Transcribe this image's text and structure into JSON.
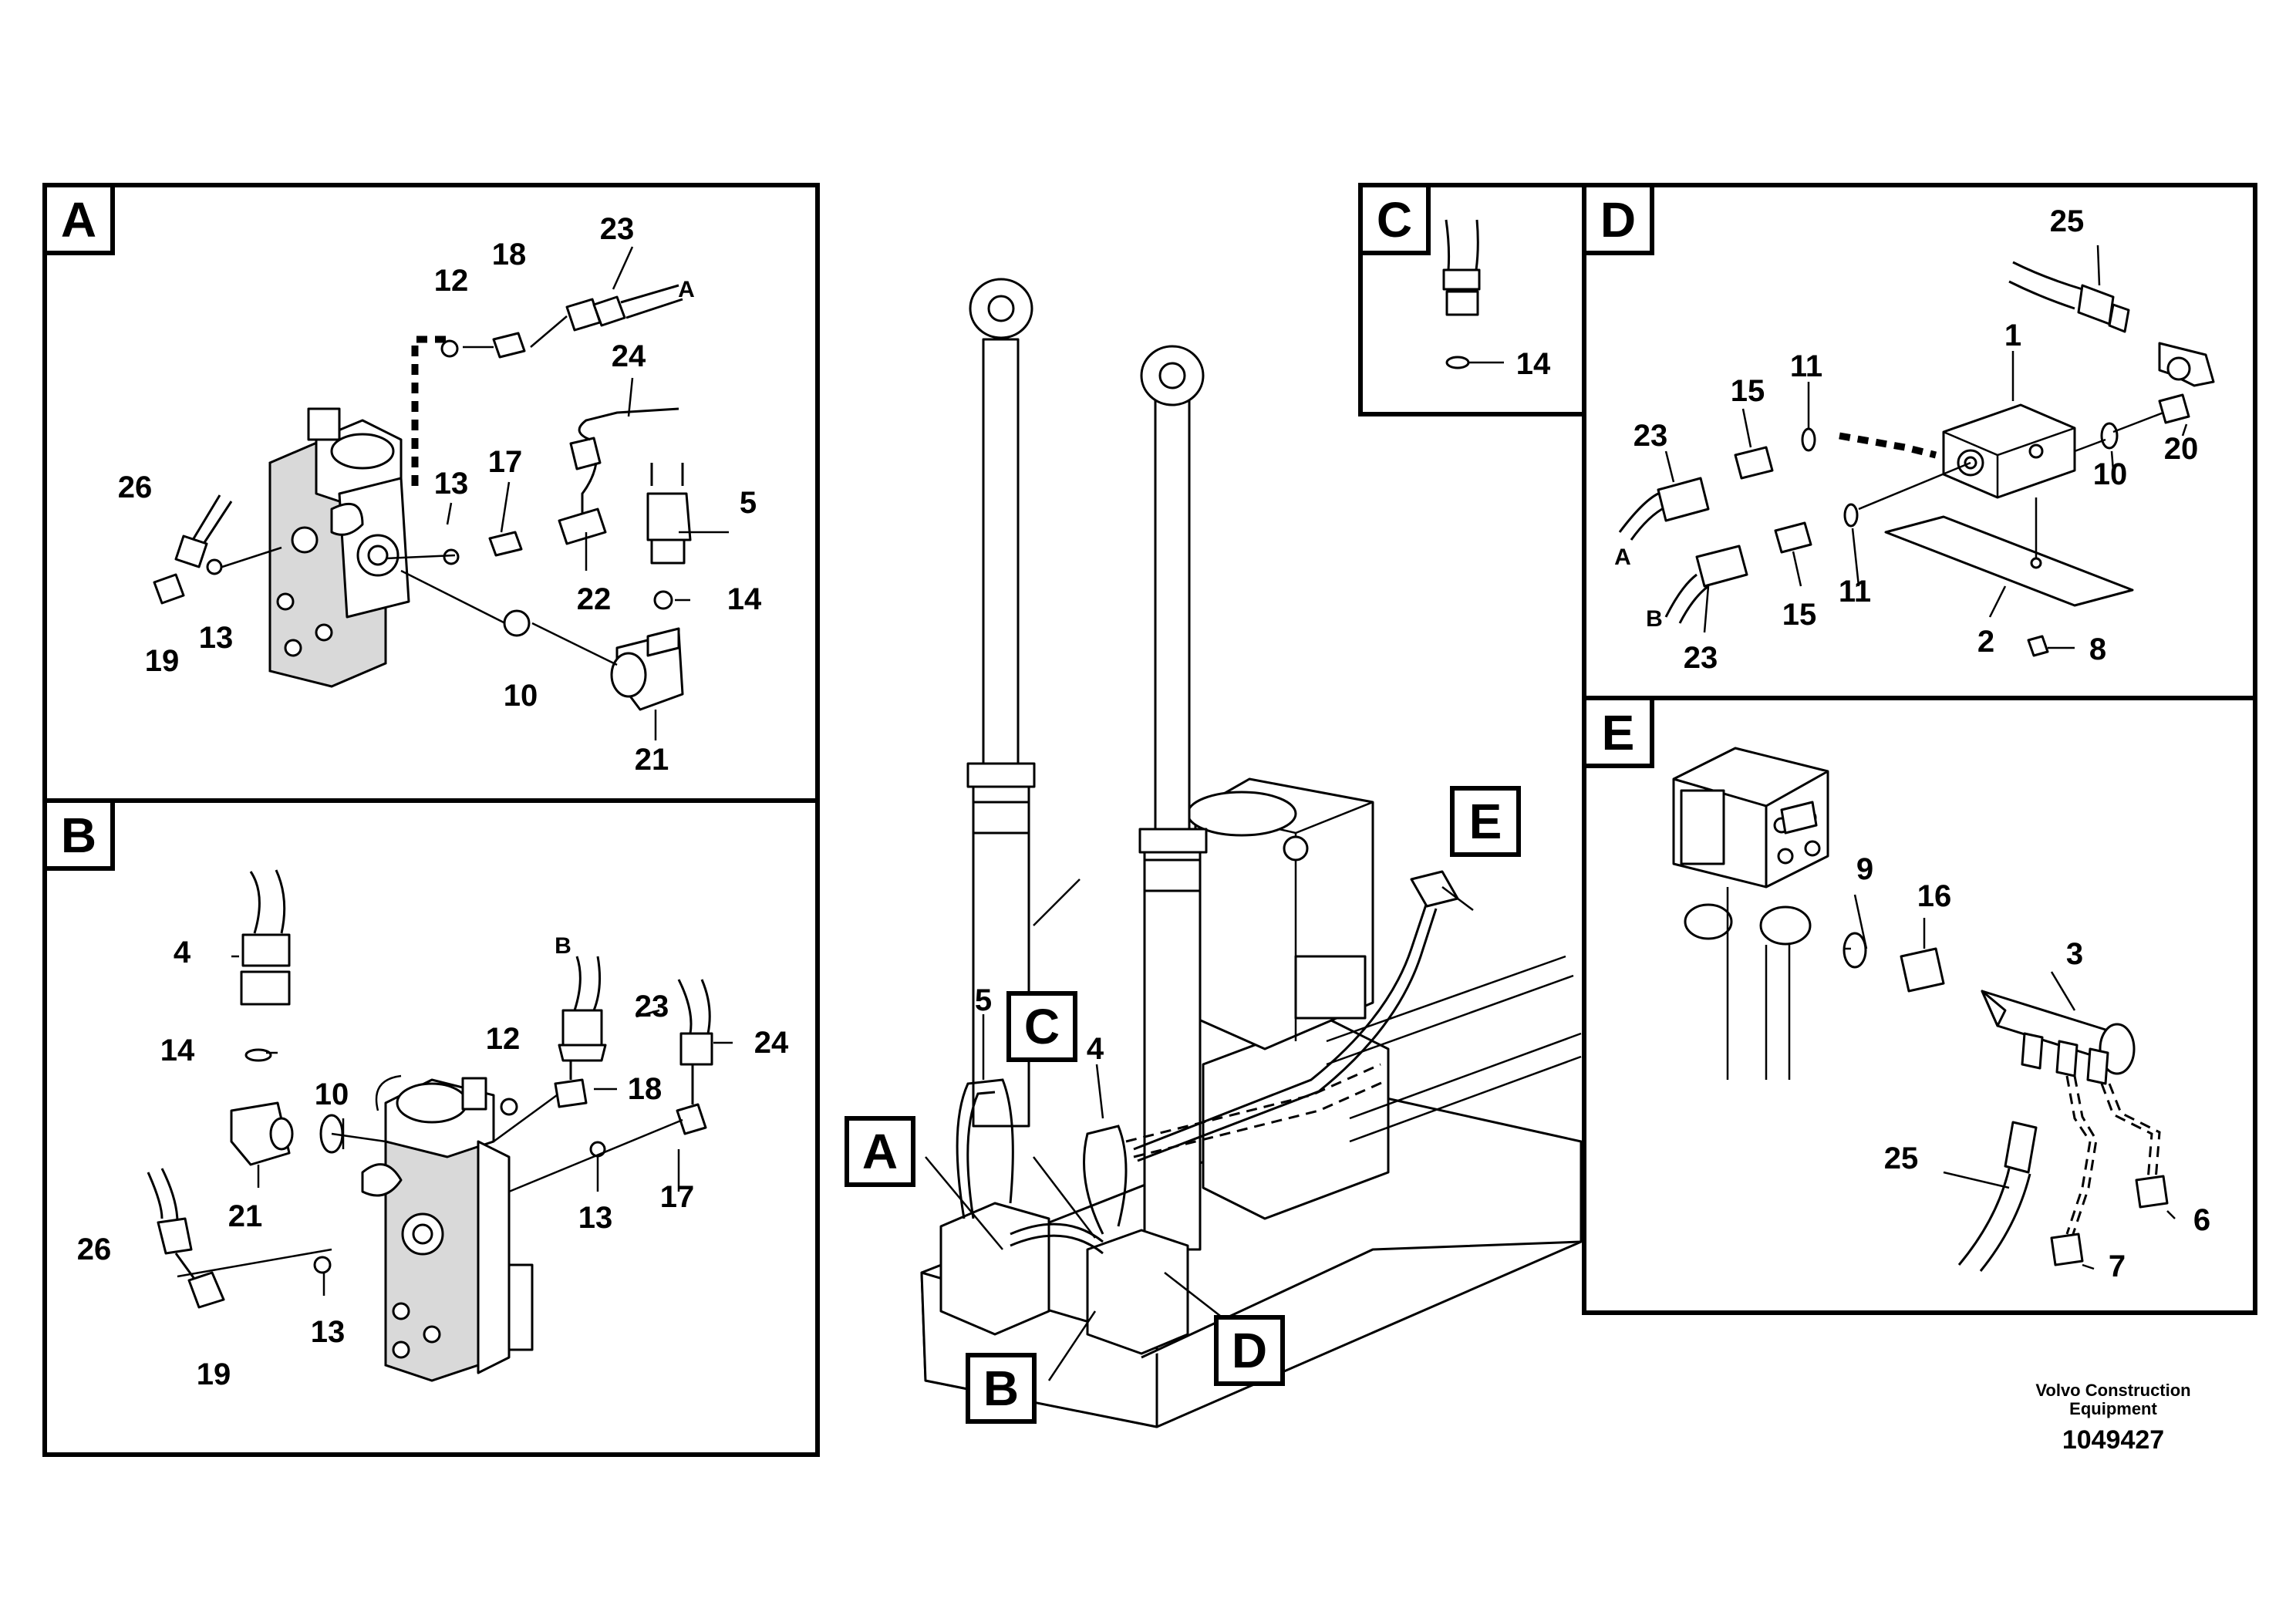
{
  "panels": {
    "A": {
      "letter": "A",
      "callouts": [
        "23",
        "18",
        "12",
        "24",
        "17",
        "13",
        "5",
        "26",
        "22",
        "14",
        "19",
        "13",
        "10",
        "21"
      ],
      "hose_end_label": "A"
    },
    "B": {
      "letter": "B",
      "callouts": [
        "4",
        "14",
        "23",
        "24",
        "12",
        "18",
        "10",
        "13",
        "17",
        "21",
        "26",
        "13",
        "19"
      ],
      "hose_end_label": "B"
    },
    "C": {
      "letter": "C",
      "callouts": [
        "14"
      ]
    },
    "D": {
      "letter": "D",
      "callouts": [
        "25",
        "11",
        "1",
        "15",
        "23",
        "20",
        "10",
        "15",
        "11",
        "2",
        "23",
        "8"
      ],
      "hose_end_labels": [
        "A",
        "B"
      ]
    },
    "E": {
      "letter": "E",
      "callouts": [
        "9",
        "16",
        "3",
        "25",
        "6",
        "7"
      ]
    }
  },
  "overview": {
    "tags": [
      "A",
      "B",
      "C",
      "D",
      "E"
    ],
    "callouts": [
      "5",
      "4"
    ]
  },
  "footer": {
    "company": "Volvo Construction",
    "company_line2": "Equipment",
    "drawing_number": "1049427"
  }
}
